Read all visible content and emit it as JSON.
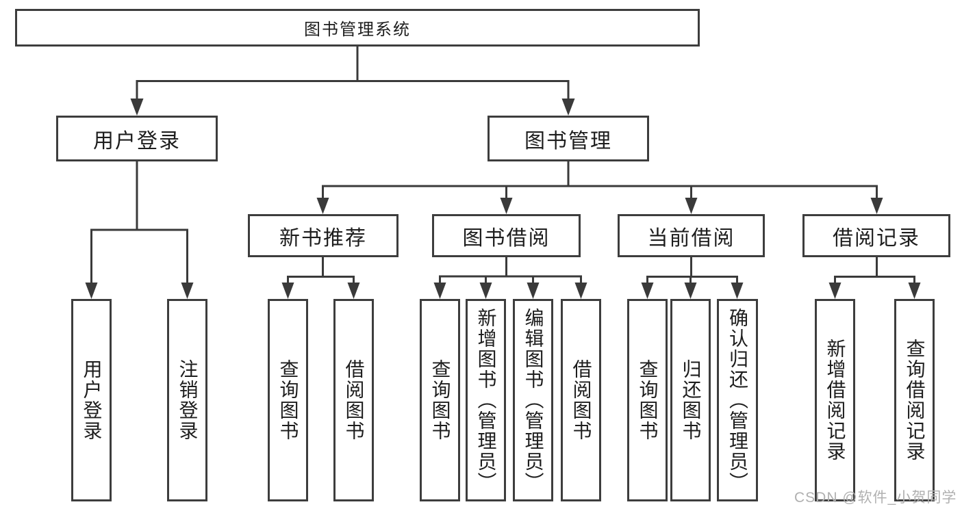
{
  "diagram": {
    "root": {
      "label": "图书管理系统"
    },
    "level1": [
      {
        "id": "user-login",
        "label": "用户登录",
        "parent": "图书管理系统"
      },
      {
        "id": "book-management",
        "label": "图书管理",
        "parent": "图书管理系统"
      }
    ],
    "level2": [
      {
        "id": "new-book-recommend",
        "label": "新书推荐",
        "parent": "图书管理"
      },
      {
        "id": "book-borrow",
        "label": "图书借阅",
        "parent": "图书管理"
      },
      {
        "id": "current-borrow",
        "label": "当前借阅",
        "parent": "图书管理"
      },
      {
        "id": "borrow-record",
        "label": "借阅记录",
        "parent": "图书管理"
      }
    ],
    "leaves": [
      {
        "id": "user-login-action",
        "label": "用户登录",
        "parent": "用户登录"
      },
      {
        "id": "logout-action",
        "label": "注销登录",
        "parent": "用户登录"
      },
      {
        "id": "query-book-recommend",
        "label": "查询图书",
        "parent": "新书推荐"
      },
      {
        "id": "borrow-book-recommend",
        "label": "借阅图书",
        "parent": "新书推荐"
      },
      {
        "id": "query-book-borrow",
        "label": "查询图书",
        "parent": "图书借阅"
      },
      {
        "id": "add-book-admin",
        "label": "新增图书（管理员）",
        "parent": "图书借阅"
      },
      {
        "id": "edit-book-admin",
        "label": "编辑图书（管理员）",
        "parent": "图书借阅"
      },
      {
        "id": "borrow-book",
        "label": "借阅图书",
        "parent": "图书借阅"
      },
      {
        "id": "query-book-current",
        "label": "查询图书",
        "parent": "当前借阅"
      },
      {
        "id": "return-book",
        "label": "归还图书",
        "parent": "当前借阅"
      },
      {
        "id": "confirm-return-admin",
        "label": "确认归还（管理员）",
        "parent": "当前借阅"
      },
      {
        "id": "add-borrow-record",
        "label": "新增借阅记录",
        "parent": "借阅记录"
      },
      {
        "id": "query-borrow-record",
        "label": "查询借阅记录",
        "parent": "借阅记录"
      }
    ],
    "colors": {
      "line": "#3a3a3a",
      "border": "#3d3d3d",
      "text": "#1d1d1d",
      "background": "#ffffff",
      "watermark": "#b0b0b0"
    }
  },
  "watermark": {
    "text": "CSDN @软件_小贺同学"
  }
}
